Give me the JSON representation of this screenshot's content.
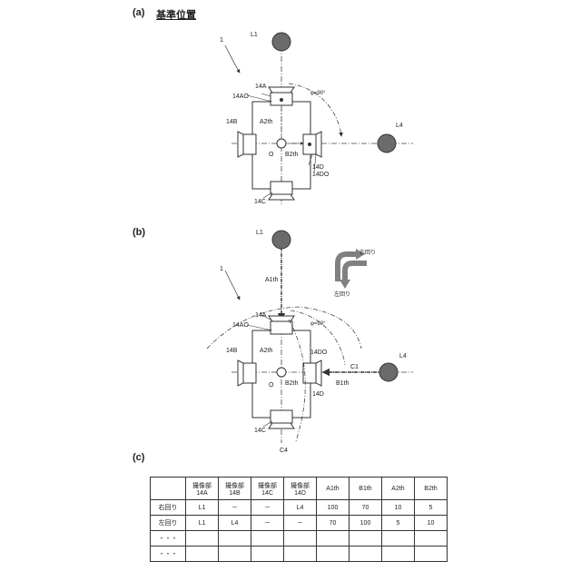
{
  "panels": {
    "a": {
      "label": "(a)",
      "heading": "基準位置",
      "ref": "1",
      "labels": {
        "l1": "L1",
        "l4": "L4",
        "c14a": "14A",
        "c14ao": "14AO",
        "c14b": "14B",
        "c14c": "14C",
        "c14d": "14D",
        "c14do": "14DO",
        "a2th": "A2th",
        "b2th": "B2th",
        "origin": "O",
        "phi": "φ=90°"
      }
    },
    "b": {
      "label": "(b)",
      "ref": "1",
      "legend": {
        "right_turn": "右回り",
        "left_turn": "左回り"
      },
      "labels": {
        "l1": "L1",
        "l4": "L4",
        "a1th": "A1th",
        "b1th": "B1th",
        "c1": "C1",
        "c4": "C4",
        "c14a": "14A",
        "c14ao": "14AO",
        "c14b": "14B",
        "c14c": "14C",
        "c14d": "14D",
        "c14do": "14DO",
        "a2th": "A2th",
        "b2th": "B2th",
        "origin": "O",
        "phi": "φ=90°"
      }
    },
    "c": {
      "label": "(c)"
    }
  },
  "table": {
    "headers": [
      "撮像部\n14A",
      "撮像部\n14B",
      "撮像部\n14C",
      "撮像部\n14D",
      "A1th",
      "B1th",
      "A2th",
      "B2th"
    ],
    "rows": [
      {
        "label": "右回り",
        "cells": [
          "L1",
          "－",
          "－",
          "L4",
          "100",
          "70",
          "10",
          "5"
        ]
      },
      {
        "label": "左回り",
        "cells": [
          "L1",
          "L4",
          "－",
          "－",
          "70",
          "100",
          "5",
          "10"
        ]
      },
      {
        "label": "・・・",
        "cells": [
          "",
          "",
          "",
          "",
          "",
          "",
          "",
          ""
        ]
      },
      {
        "label": "・・・",
        "cells": [
          "",
          "",
          "",
          "",
          "",
          "",
          "",
          ""
        ]
      }
    ]
  }
}
